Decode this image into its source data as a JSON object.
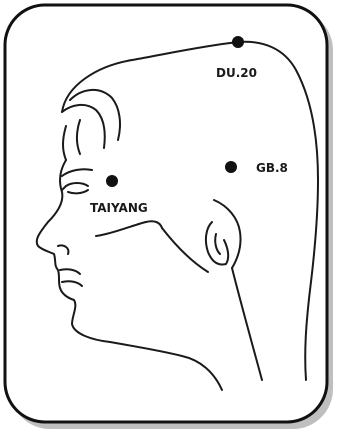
{
  "points": [
    {
      "id": "du20",
      "label": "DU.20"
    },
    {
      "id": "gb8",
      "label": "GB.8"
    },
    {
      "id": "taiyang",
      "label": "TAIYANG"
    }
  ],
  "colors": {
    "frame": "#111111",
    "line": "#1a1a1a",
    "point": "#111111",
    "background": "#ffffff",
    "shadow": "#555555"
  }
}
